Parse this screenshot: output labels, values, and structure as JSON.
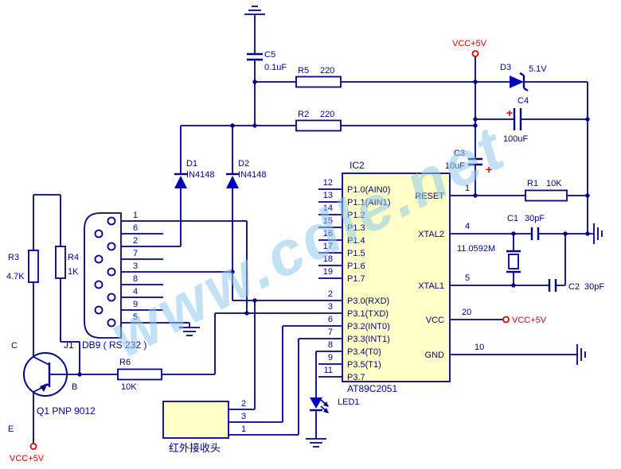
{
  "watermark": "www.cdle.net",
  "power": {
    "vcc": "VCC+5V",
    "plus": "+"
  },
  "capacitors": {
    "c5": {
      "ref": "C5",
      "value": "0.1uF"
    },
    "c4": {
      "ref": "C4",
      "value": "100uF"
    },
    "c3": {
      "ref": "C3",
      "value": "10uF"
    },
    "c1": {
      "ref": "C1",
      "value": "30pF"
    },
    "c2": {
      "ref": "C2",
      "value": "30pF"
    }
  },
  "resistors": {
    "r5": {
      "ref": "R5",
      "value": "220"
    },
    "r2": {
      "ref": "R2",
      "value": "220"
    },
    "r1": {
      "ref": "R1",
      "value": "10K"
    },
    "r3": {
      "ref": "R3",
      "value": "4.7K"
    },
    "r4": {
      "ref": "R4",
      "value": "1K"
    },
    "r6": {
      "ref": "R6",
      "value": "10K"
    }
  },
  "diodes": {
    "d1": {
      "ref": "D1",
      "value": "IN4148"
    },
    "d2": {
      "ref": "D2",
      "value": "IN4148"
    },
    "d3": {
      "ref": "D3",
      "value": "5.1V"
    },
    "led": {
      "ref": "LED1"
    }
  },
  "crystal": {
    "value": "11.0592M"
  },
  "ic": {
    "ref": "IC2",
    "part": "AT89C2051",
    "left_pins": [
      {
        "num": "12",
        "name": "P1.0(AIN0)"
      },
      {
        "num": "13",
        "name": "P1.1(AIN1)"
      },
      {
        "num": "14",
        "name": "P1.2"
      },
      {
        "num": "15",
        "name": "P1.3"
      },
      {
        "num": "16",
        "name": "P1.4"
      },
      {
        "num": "17",
        "name": "P1.5"
      },
      {
        "num": "18",
        "name": "P1.6"
      },
      {
        "num": "19",
        "name": "P1.7"
      },
      {
        "num": "2",
        "name": "P3.0(RXD)"
      },
      {
        "num": "3",
        "name": "P3.1(TXD)"
      },
      {
        "num": "6",
        "name": "P3.2(INT0)"
      },
      {
        "num": "7",
        "name": "P3.3(INT1)"
      },
      {
        "num": "8",
        "name": "P3.4(T0)"
      },
      {
        "num": "9",
        "name": "P3.5(T1)"
      },
      {
        "num": "11",
        "name": "P3.7"
      }
    ],
    "right_pins": [
      {
        "num": "1",
        "name": "RESET"
      },
      {
        "num": "4",
        "name": "XTAL2"
      },
      {
        "num": "5",
        "name": "XTAL1"
      },
      {
        "num": "20",
        "name": "VCC"
      },
      {
        "num": "10",
        "name": "GND"
      }
    ]
  },
  "db9": {
    "ref": "J1",
    "label": "DB9 ( RS 232 )",
    "pin_order": [
      "1",
      "6",
      "2",
      "7",
      "3",
      "8",
      "4",
      "9",
      "5"
    ]
  },
  "transistor": {
    "ref": "Q1 PNP 9012",
    "c": "C",
    "b": "B",
    "e": "E"
  },
  "ir_receiver": {
    "label": "红外接收头",
    "pins": [
      "2",
      "3",
      "1"
    ]
  }
}
